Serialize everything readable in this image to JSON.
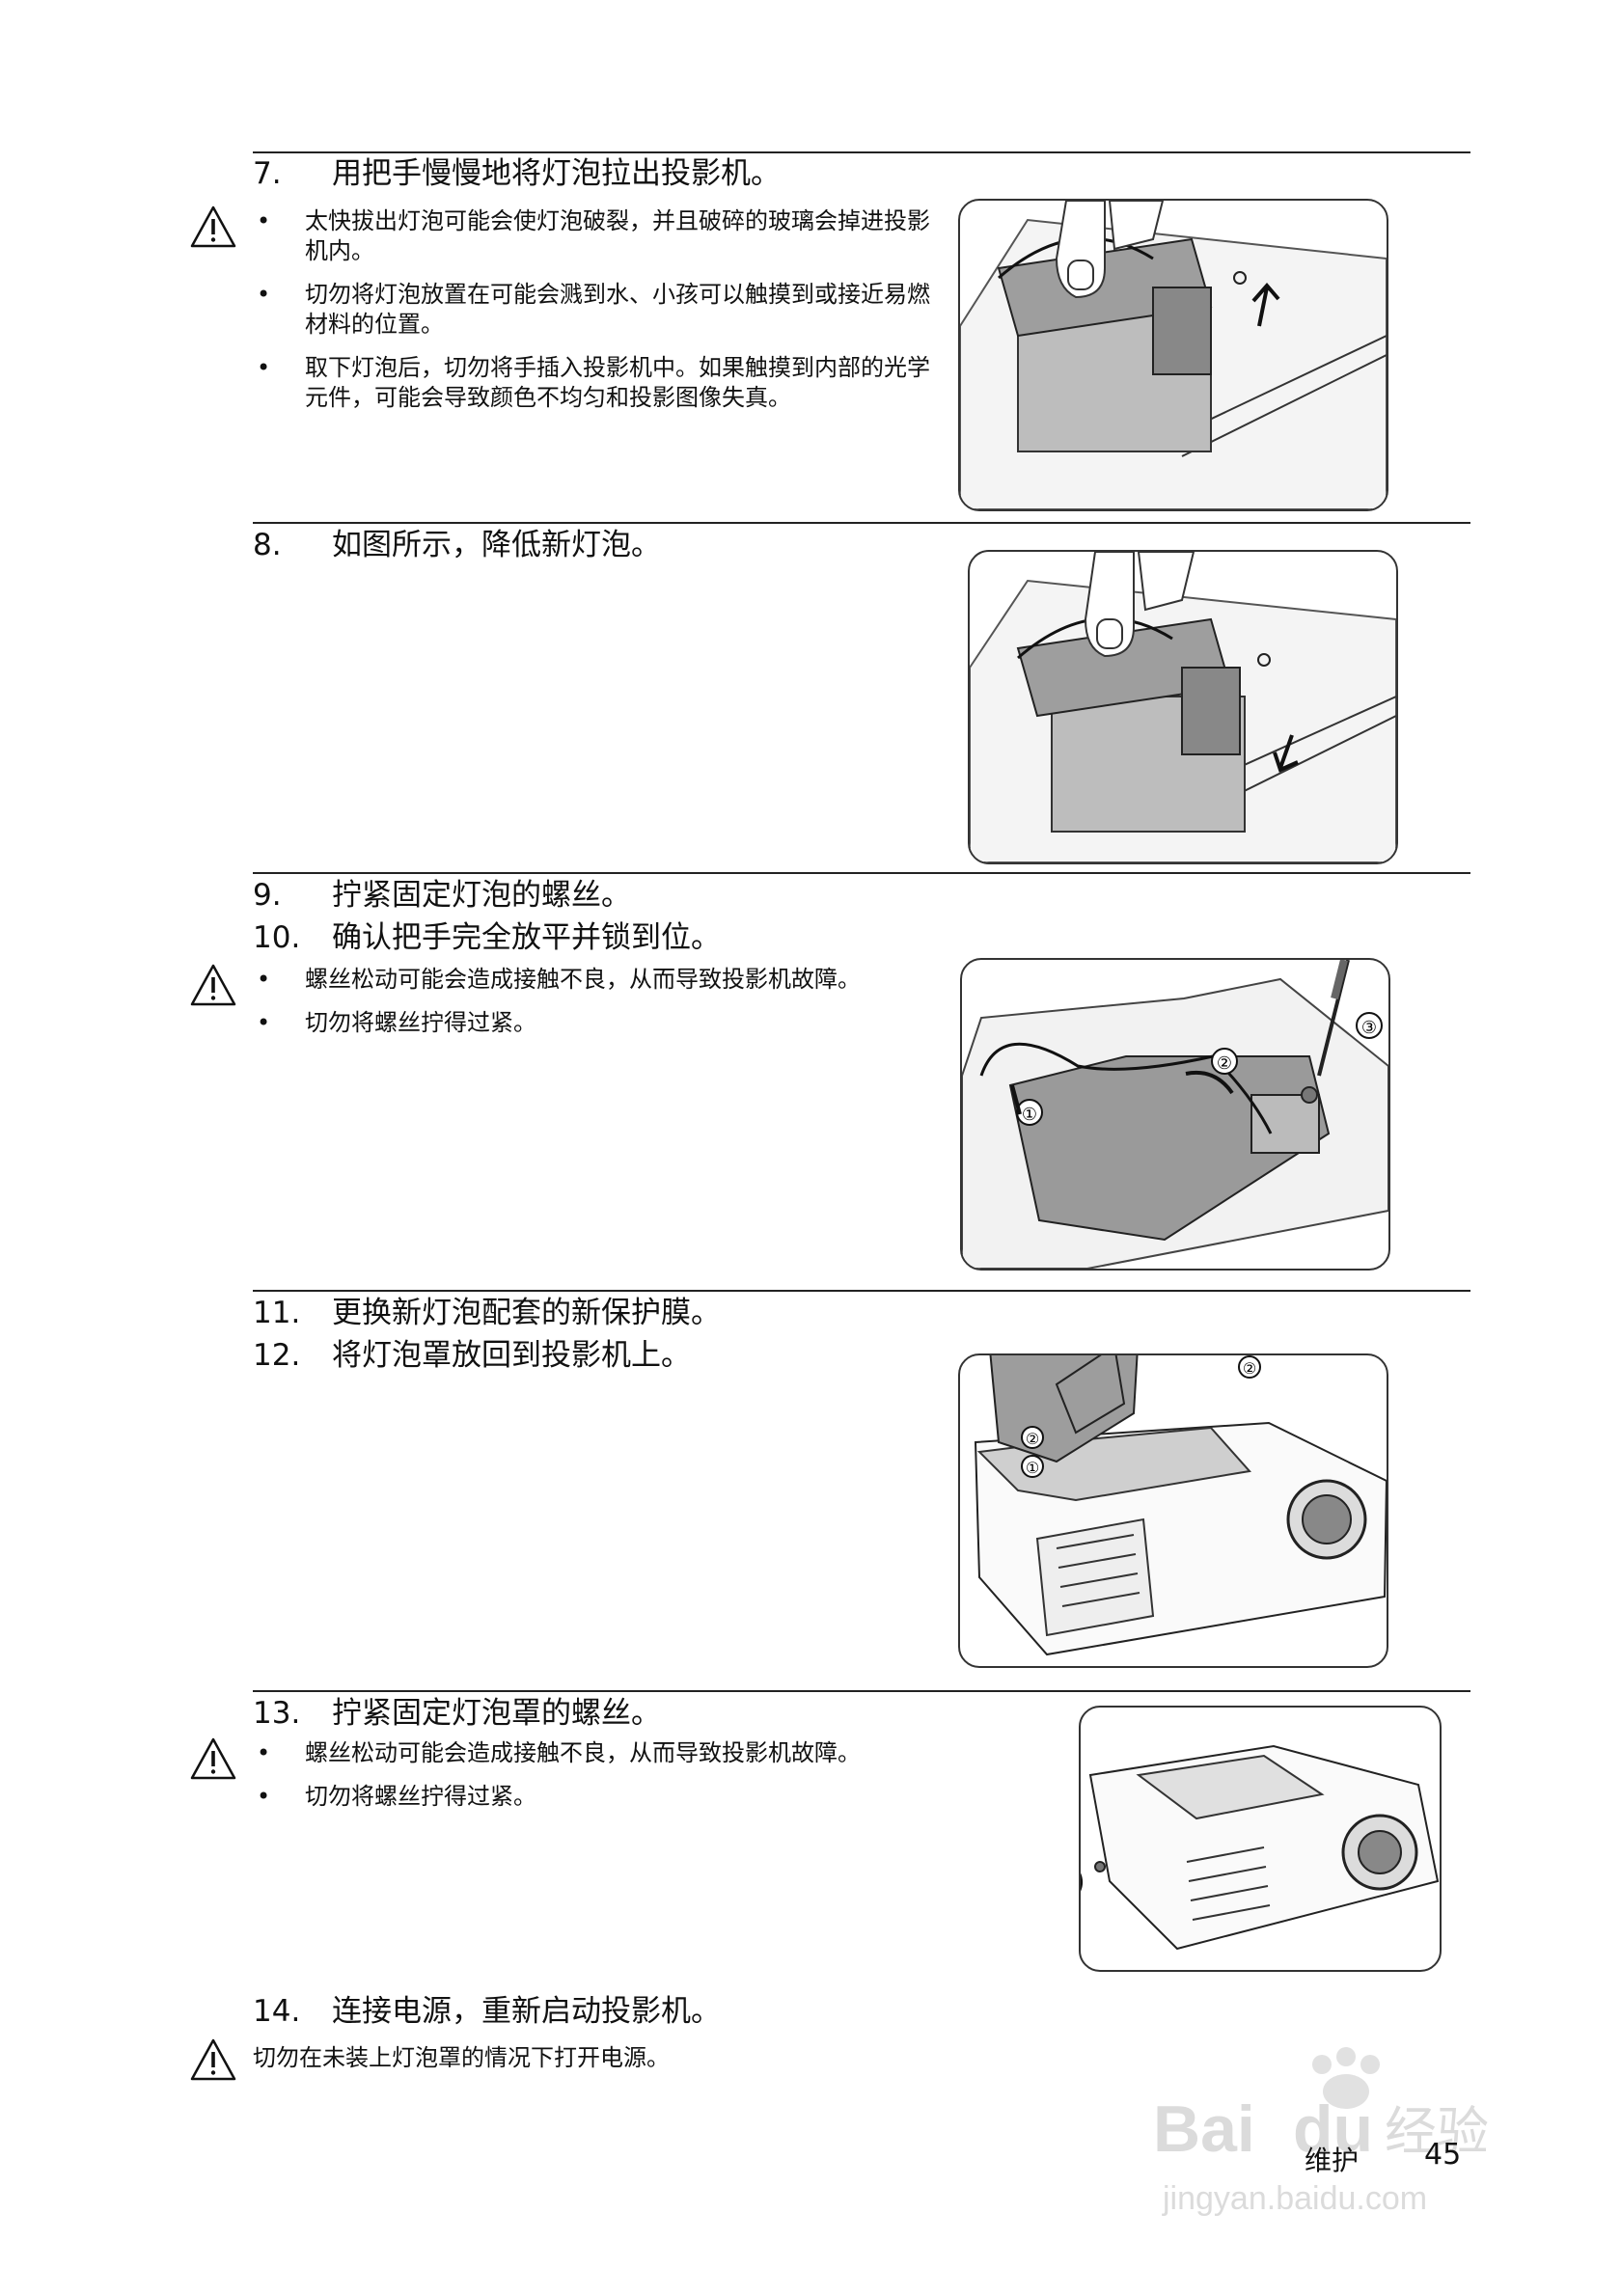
{
  "steps": {
    "s7": {
      "num": "7.",
      "text": "用把手慢慢地将灯泡拉出投影机。"
    },
    "s8": {
      "num": "8.",
      "text": "如图所示，降低新灯泡。"
    },
    "s9": {
      "num": "9.",
      "text": "拧紧固定灯泡的螺丝。"
    },
    "s10": {
      "num": "10.",
      "text": "确认把手完全放平并锁到位。"
    },
    "s11": {
      "num": "11.",
      "text": "更换新灯泡配套的新保护膜。"
    },
    "s12": {
      "num": "12.",
      "text": "将灯泡罩放回到投影机上。"
    },
    "s13": {
      "num": "13.",
      "text": "拧紧固定灯泡罩的螺丝。"
    },
    "s14": {
      "num": "14.",
      "text": "连接电源，重新启动投影机。"
    }
  },
  "bullet_char": "•",
  "warnings": {
    "w7": [
      "太快拔出灯泡可能会使灯泡破裂，并且破碎的玻璃会掉进投影机内。",
      "切勿将灯泡放置在可能会溅到水、小孩可以触摸到或接近易燃材料的位置。",
      "取下灯泡后，切勿将手插入投影机中。如果触摸到内部的光学元件，可能会导致颜色不均匀和投影图像失真。"
    ],
    "w10": [
      "螺丝松动可能会造成接触不良，从而导致投影机故障。",
      "切勿将螺丝拧得过紧。"
    ],
    "w13": [
      "螺丝松动可能会造成接触不良，从而导致投影机故障。",
      "切勿将螺丝拧得过紧。"
    ],
    "w14": "切勿在未装上灯泡罩的情况下打开电源。"
  },
  "figure_marks": {
    "fig3": [
      "①",
      "②",
      "③"
    ],
    "fig4": [
      "①",
      "②",
      "②"
    ]
  },
  "footer": {
    "section": "维护",
    "page": "45"
  },
  "watermark": {
    "brand": "Bai",
    "brand2": "du",
    "cn": "经验",
    "url": "jingyan.baidu.com"
  },
  "icons": {
    "warning": "warning-triangle-icon"
  }
}
